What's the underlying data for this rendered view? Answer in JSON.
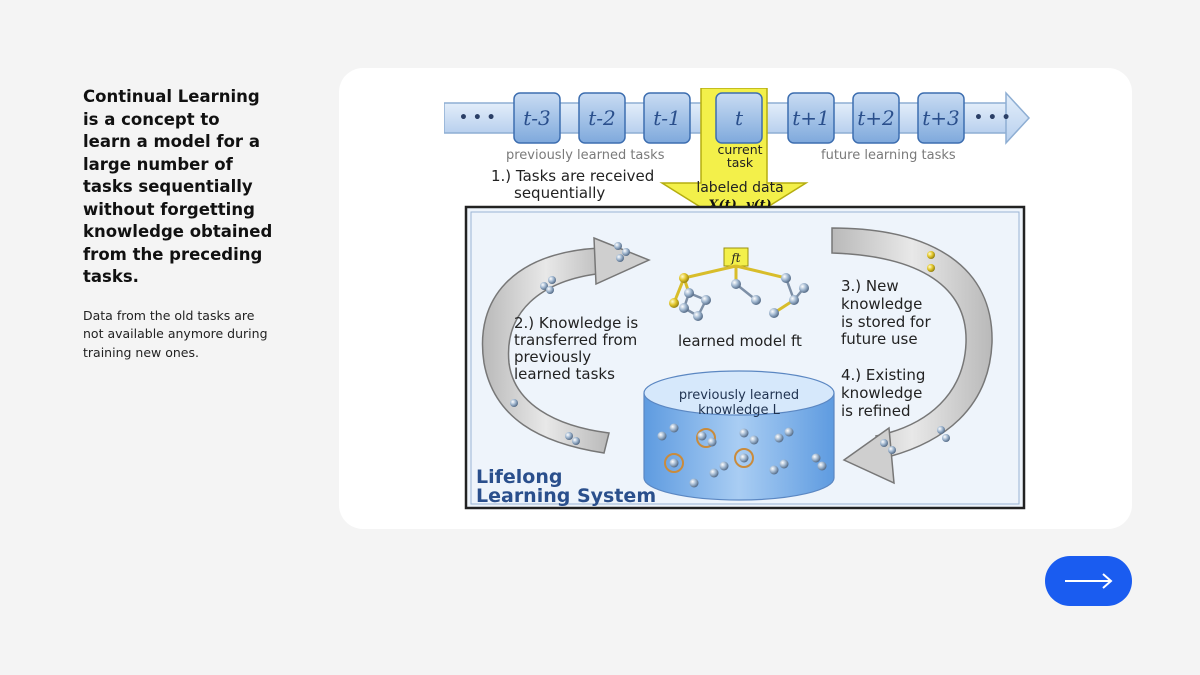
{
  "slide": {
    "heading": "Continual Learning is a concept to learn a model for a large number of tasks sequentially without forgetting knowledge obtained from the preceding tasks.",
    "body": "Data from the old tasks are not available anymore during training new ones."
  },
  "figure": {
    "ellipsis_left": "• • •",
    "ellipsis_right": "• • •",
    "tasks": [
      "t-3",
      "t-2",
      "t-1",
      "t",
      "t+1",
      "t+2",
      "t+3"
    ],
    "previously_learned_tasks": "previously learned tasks",
    "future_learning_tasks": "future learning tasks",
    "current_task_line1": "current",
    "current_task_line2": "task",
    "step1_line1": "1.) Tasks are received",
    "step1_line2": "sequentially",
    "labeled_data": "labeled data",
    "labeled_data_math": "X(t), y(t)",
    "ft_label": "ft",
    "learned_model": "learned model ft",
    "step2": [
      "2.) Knowledge is",
      "transferred from",
      "previously",
      "learned tasks"
    ],
    "step3": [
      "3.) New",
      "knowledge",
      "is stored for",
      "future use"
    ],
    "step4": [
      "4.) Existing",
      "knowledge",
      "is refined"
    ],
    "kb_line1": "previously learned",
    "kb_line2": "knowledge L",
    "system_line1": "Lifelong",
    "system_line2": "Learning System"
  },
  "colors": {
    "accent": "#1a5cf0",
    "task_box": "#8fb6e6",
    "current_highlight": "#f3f04a",
    "system_title": "#2a4f8c"
  },
  "icons": {
    "next": "arrow-right-icon"
  }
}
